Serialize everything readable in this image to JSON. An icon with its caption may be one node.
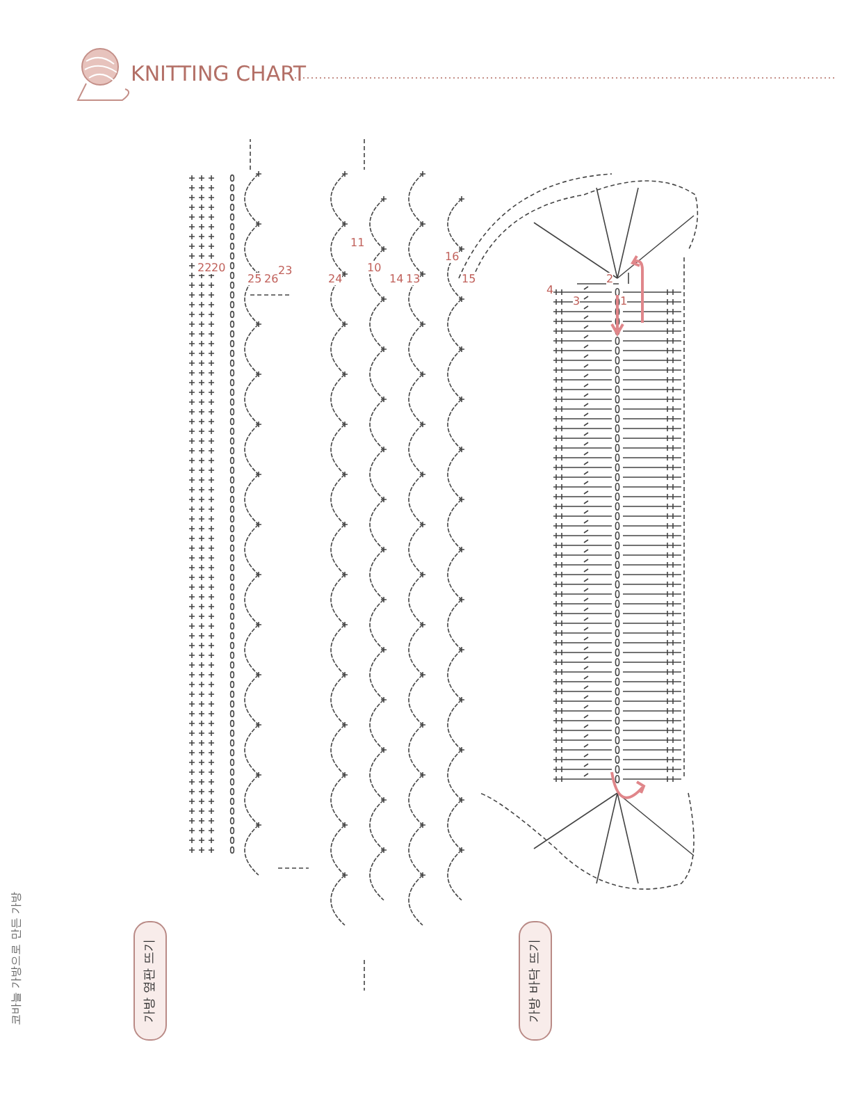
{
  "diagram": {
    "title": "KNITTING CHART",
    "nodes": [
      {
        "text": [
          "가방 옆판 뜨기"
        ]
      },
      {
        "text": [
          "가방 바닥 뜨기"
        ]
      }
    ],
    "edges": [],
    "labels": [
      "코바늘 가방으로 만든 가방",
      "22",
      "20",
      "25",
      "26",
      "23",
      "24",
      "11",
      "10",
      "14",
      "13",
      "16",
      "15",
      "4",
      "3",
      "2",
      "1"
    ]
  }
}
